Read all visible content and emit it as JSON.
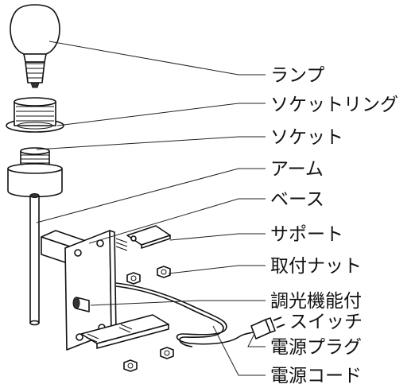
{
  "labels": {
    "lamp": "ランプ",
    "socket_ring": "ソケットリング",
    "socket": "ソケット",
    "arm": "アーム",
    "base": "ベース",
    "support": "サポート",
    "mount_nut": "取付ナット",
    "dimmer_line1": "調光機能付",
    "dimmer_line2": "スイッチ",
    "power_plug": "電源プラグ",
    "power_cord": "電源コード"
  }
}
